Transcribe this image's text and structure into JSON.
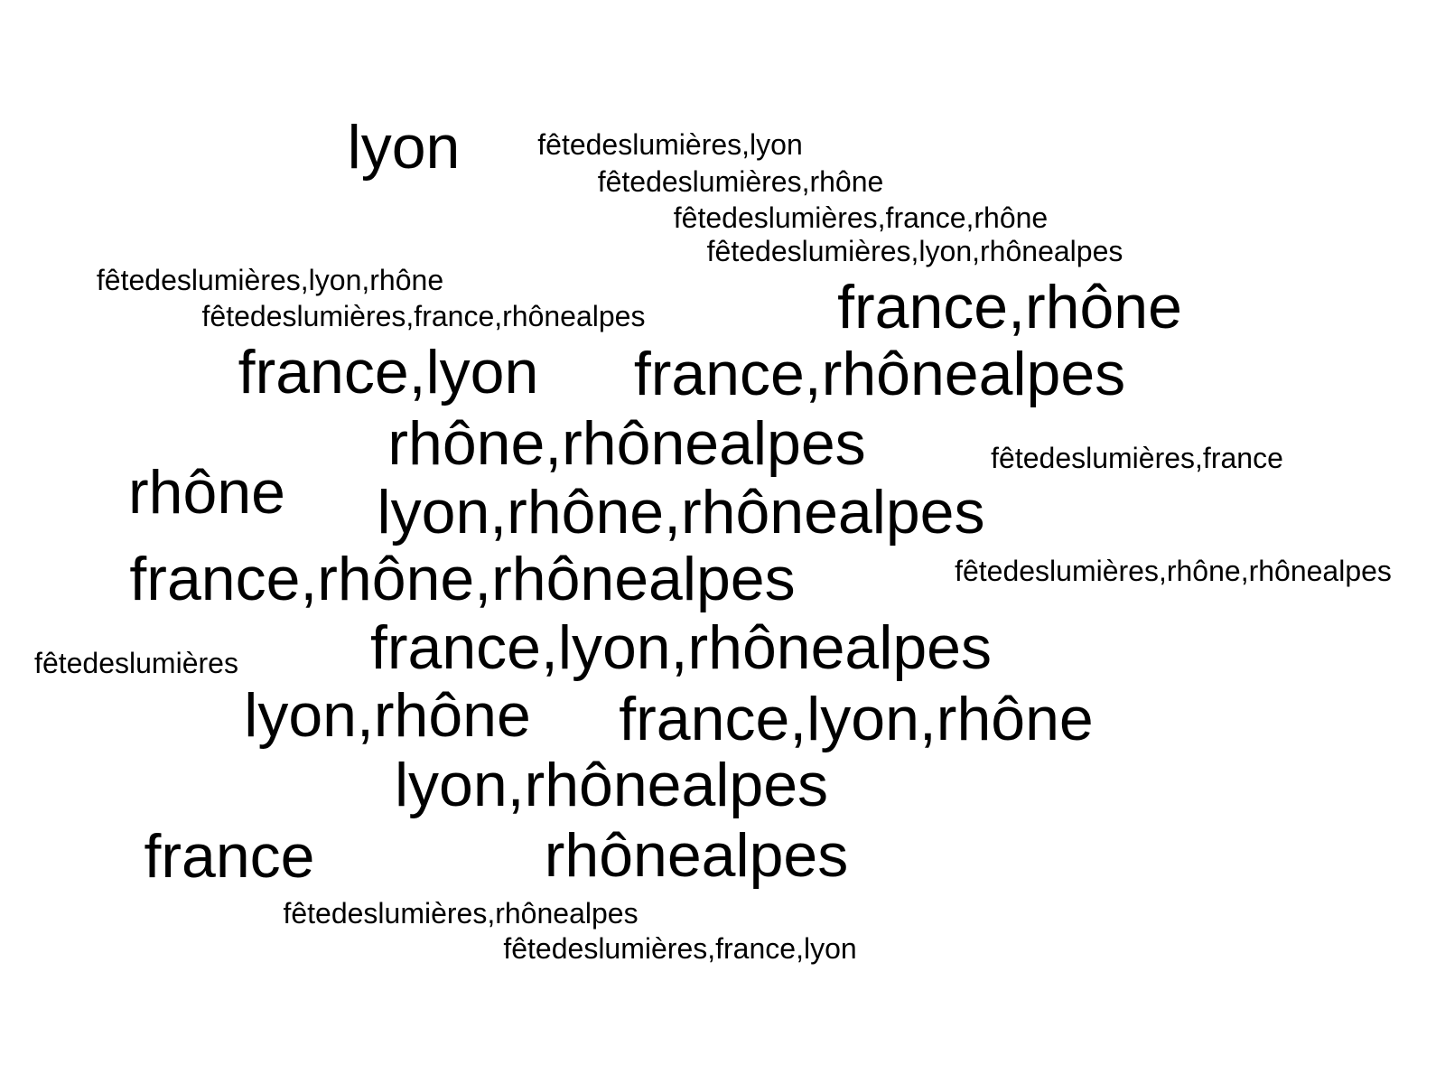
{
  "text_color": "#000000",
  "background": "#ffffff",
  "words": [
    {
      "text": "lyon",
      "size": "large"
    },
    {
      "text": "fêtedeslumières,lyon",
      "size": "small"
    },
    {
      "text": "fêtedeslumières,rhône",
      "size": "small"
    },
    {
      "text": "fêtedeslumières,france,rhône",
      "size": "small"
    },
    {
      "text": "fêtedeslumières,lyon,rhônealpes",
      "size": "small"
    },
    {
      "text": "fêtedeslumières,lyon,rhône",
      "size": "small"
    },
    {
      "text": "fêtedeslumières,france,rhônealpes",
      "size": "small"
    },
    {
      "text": "france,rhône",
      "size": "large"
    },
    {
      "text": "france,lyon",
      "size": "large"
    },
    {
      "text": "france,rhônealpes",
      "size": "large"
    },
    {
      "text": "rhône,rhônealpes",
      "size": "large"
    },
    {
      "text": "fêtedeslumières,france",
      "size": "small"
    },
    {
      "text": "rhône",
      "size": "large"
    },
    {
      "text": "lyon,rhône,rhônealpes",
      "size": "large"
    },
    {
      "text": "france,rhône,rhônealpes",
      "size": "large"
    },
    {
      "text": "fêtedeslumières,rhône,rhônealpes",
      "size": "small"
    },
    {
      "text": "fêtedeslumières",
      "size": "small"
    },
    {
      "text": "france,lyon,rhônealpes",
      "size": "large"
    },
    {
      "text": "lyon,rhône",
      "size": "large"
    },
    {
      "text": "france,lyon,rhône",
      "size": "large"
    },
    {
      "text": "lyon,rhônealpes",
      "size": "large"
    },
    {
      "text": "france",
      "size": "large"
    },
    {
      "text": "rhônealpes",
      "size": "large"
    },
    {
      "text": "fêtedeslumières,rhônealpes",
      "size": "small"
    },
    {
      "text": "fêtedeslumières,france,lyon",
      "size": "small"
    }
  ]
}
